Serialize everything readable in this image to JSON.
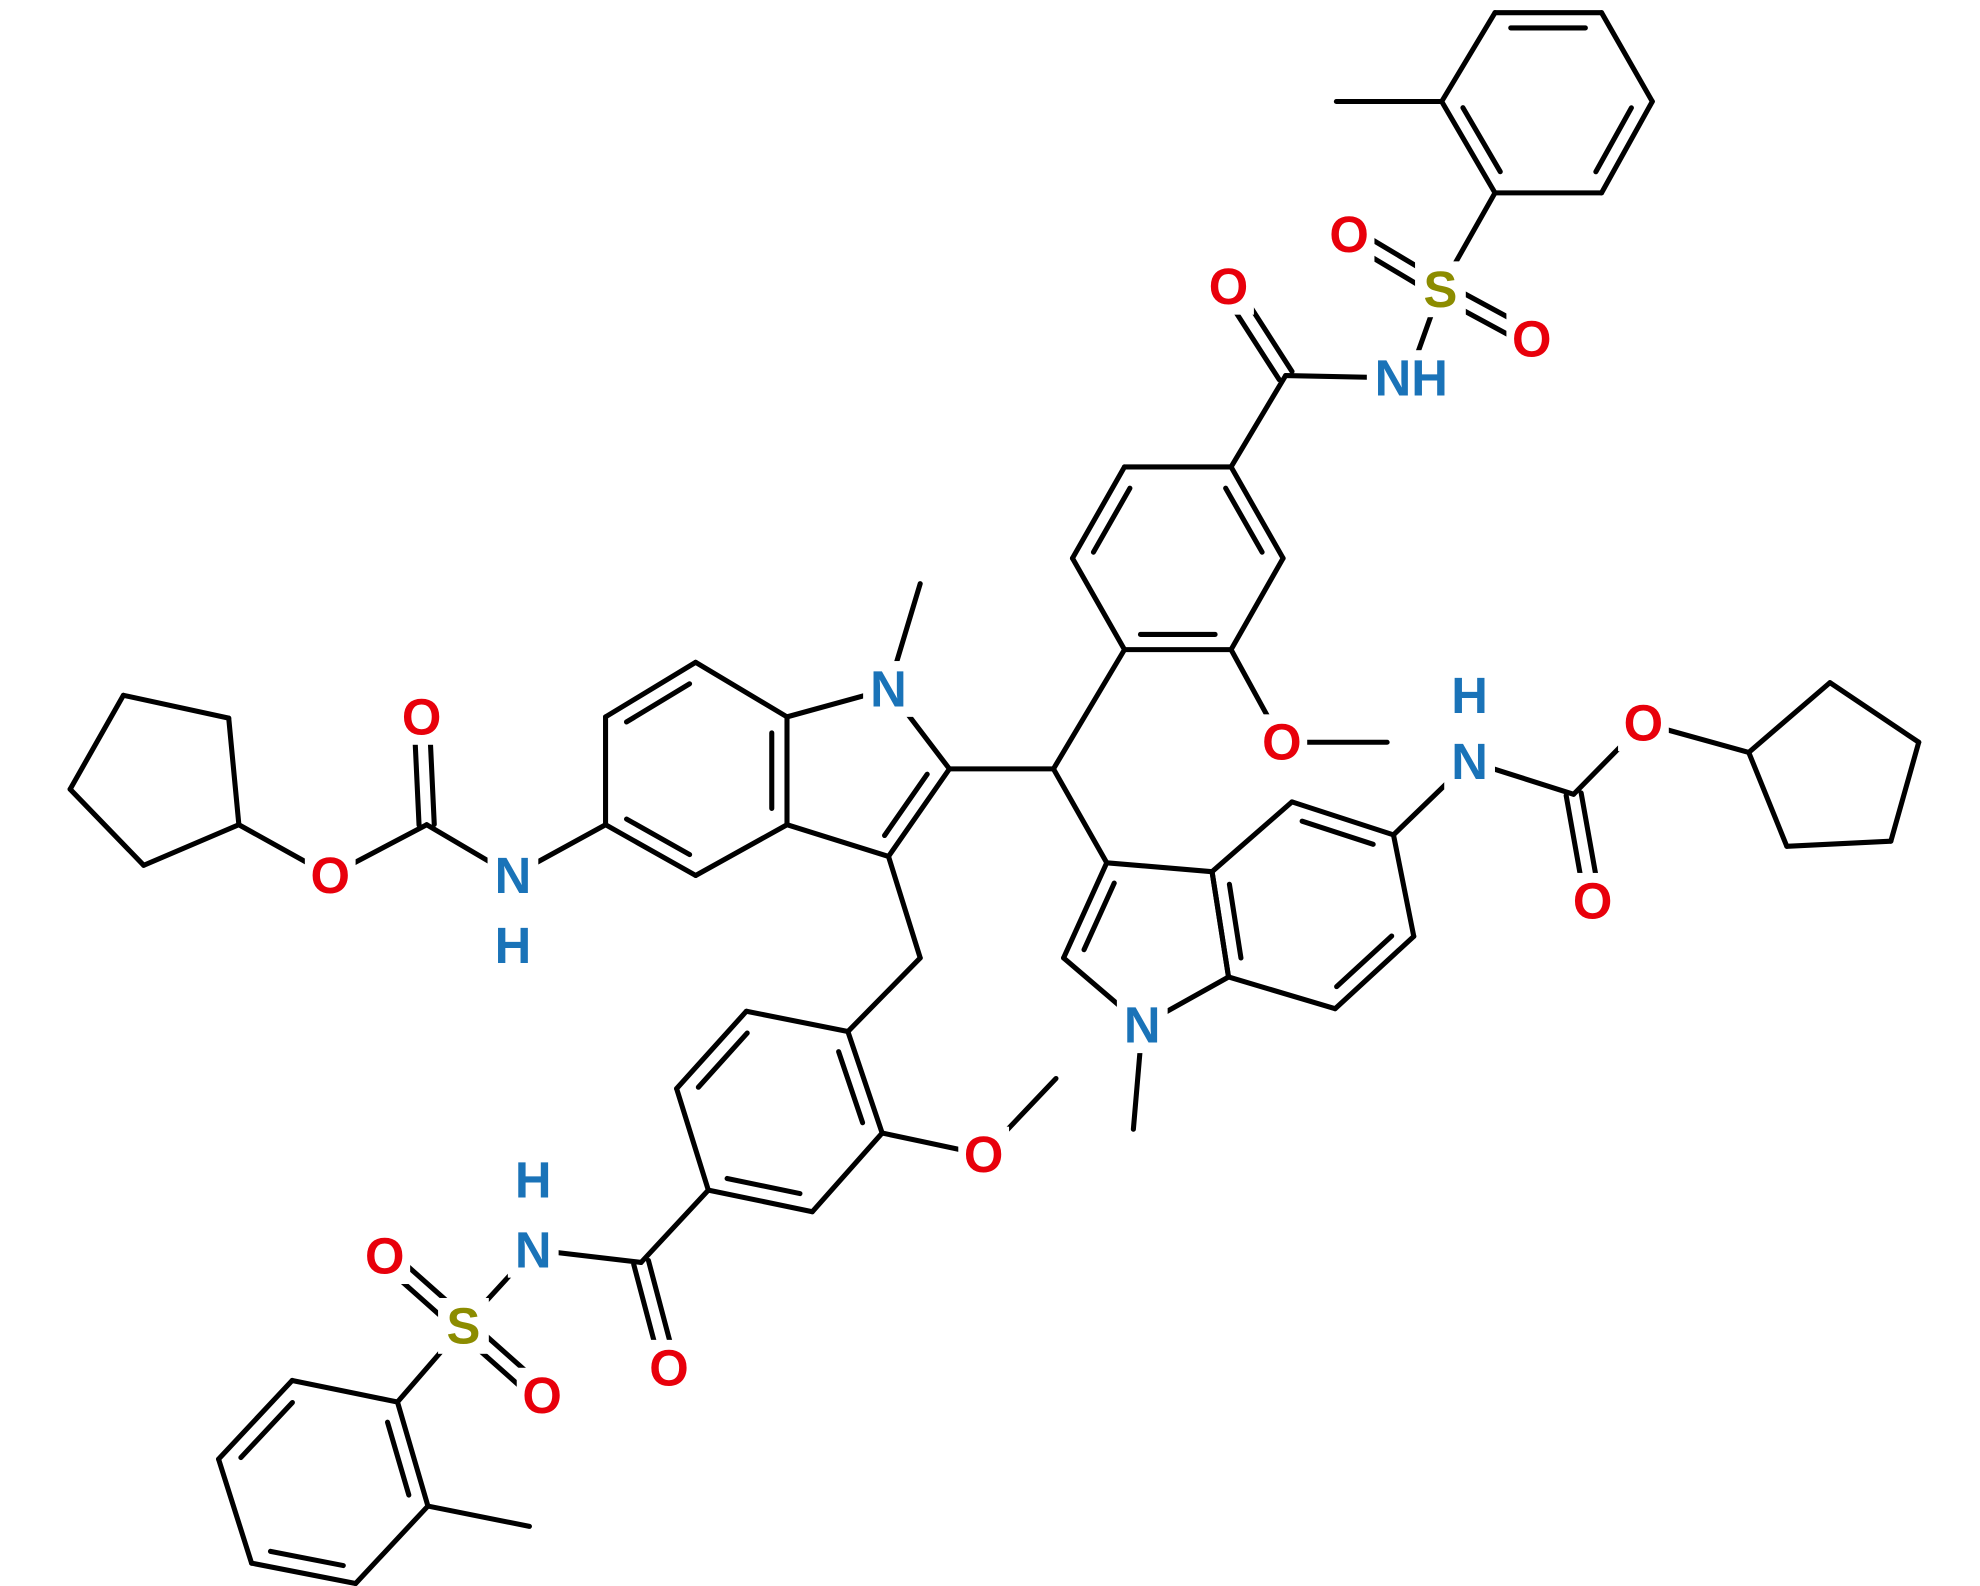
{
  "molecule": {
    "labels": {
      "O": "O",
      "N": "N",
      "H": "H",
      "S": "S",
      "NH": "NH"
    },
    "colors": {
      "bond": "#000000",
      "oxygen": "#e8000b",
      "nitrogen": "#1a73b8",
      "sulfur": "#8c8c00"
    }
  }
}
